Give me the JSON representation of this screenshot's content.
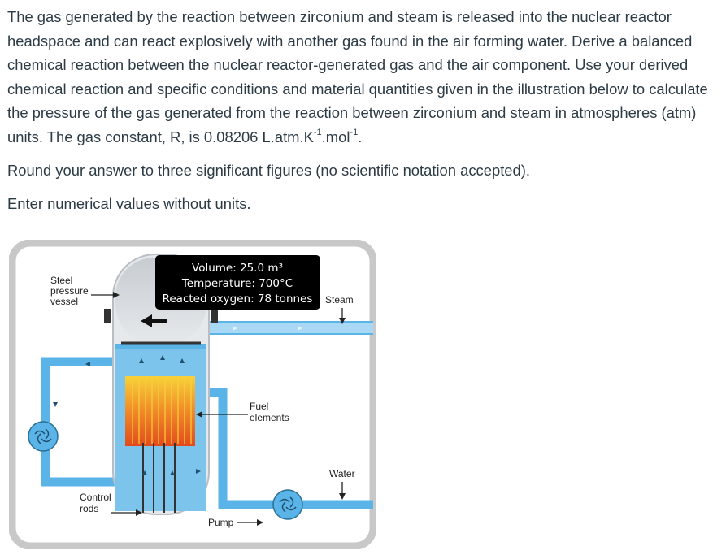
{
  "question": {
    "paragraph1": "The gas generated by the reaction between zirconium and steam is released into the nuclear reactor headspace and can react explosively with another gas found in the air forming water. Derive a balanced chemical reaction between the nuclear reactor-generated gas and the air component. Use your derived chemical reaction and specific conditions and material quantities given in the illustration below to calculate the pressure of the gas generated from the reaction between zirconium and steam in atmospheres (atm) units. The gas constant, R, is 0.08206 L.atm.K",
    "exp1": "-1",
    "mid": ".mol",
    "exp2": "-1",
    "end": ".",
    "paragraph2": "Round your answer to three significant figures (no scientific notation accepted).",
    "paragraph3": "Enter numerical values without units."
  },
  "figure": {
    "info_box": {
      "volume": "Volume: 25.0 m³",
      "temperature": "Temperature: 700°C",
      "reacted_oxygen": "Reacted oxygen: 78 tonnes"
    },
    "labels": {
      "steel_line1": "Steel",
      "steel_line2": "pressure",
      "steel_line3": "vessel",
      "steam": "Steam",
      "fuel_line1": "Fuel",
      "fuel_line2": "elements",
      "water": "Water",
      "control_line1": "Control",
      "control_line2": "rods",
      "pump": "Pump"
    },
    "colors": {
      "frame": "#c8c8c8",
      "pipe": "#5ab4e8",
      "pipe_light": "#a9d8f5",
      "vessel": "#e6e9ec",
      "info_bg": "#000000",
      "fuel_core": "#f08a28"
    }
  }
}
